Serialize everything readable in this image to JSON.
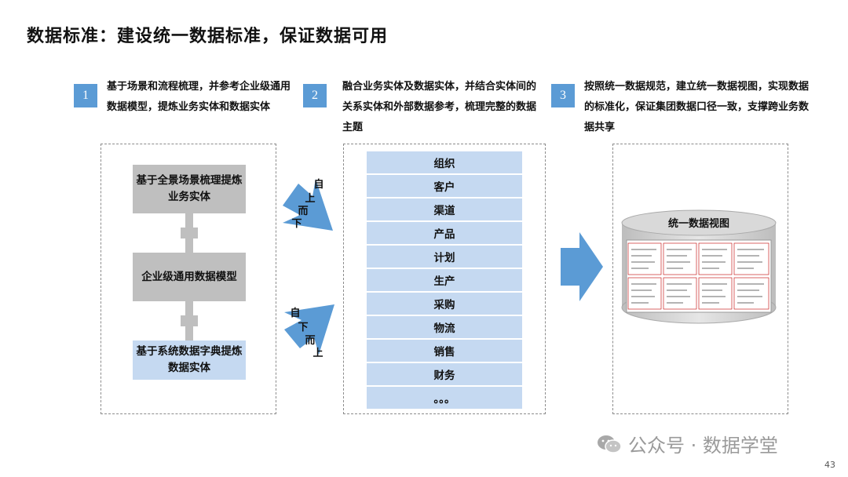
{
  "title": "数据标准：建设统一数据标准，保证数据可用",
  "steps": [
    {
      "num": "1",
      "text": "基于场景和流程梳理，并参考企业级通用数据模型，提炼业务实体和数据实体"
    },
    {
      "num": "2",
      "text": "融合业务实体及数据实体，并结合实体间的关系实体和外部数据参考，梳理完整的数据主题"
    },
    {
      "num": "3",
      "text": "按照统一数据规范，建立统一数据视图，实现数据的标准化，保证集团数据口径一致，支撑跨业务数据共享"
    }
  ],
  "left_boxes": [
    "基于全景场景梳理提炼业务实体",
    "企业级通用数据模型",
    "基于系统数据字典提炼数据实体"
  ],
  "arrow_top": "自上而下",
  "arrow_bottom": "自下而上",
  "categories": [
    "组织",
    "客户",
    "渠道",
    "产品",
    "计划",
    "生产",
    "采购",
    "物流",
    "销售",
    "财务",
    "。。。"
  ],
  "view_title": "统一数据视图",
  "watermark": "公众号 · 数据学堂",
  "page_number": "43",
  "colors": {
    "accent": "#5b9bd5",
    "light_blue": "#c5d9f1",
    "gray": "#bfbfbf"
  },
  "icons": {
    "wechat": "wechat-icon"
  }
}
